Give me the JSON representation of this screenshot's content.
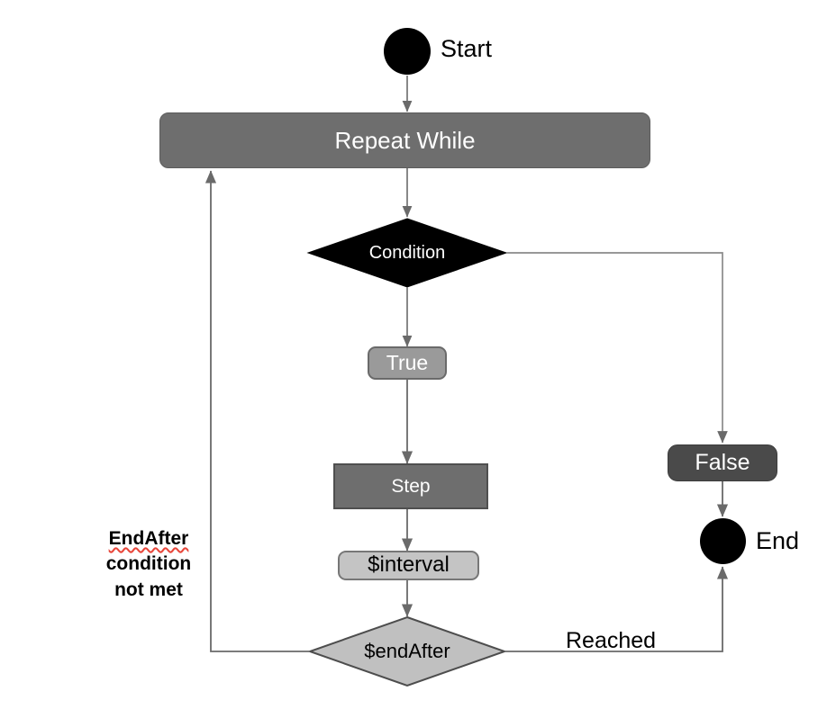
{
  "diagram": {
    "title": "Repeat While loop flowchart",
    "colors": {
      "terminal": "#000000",
      "repeat_bar": "#6e6e6e",
      "condition_diamond": "#000000",
      "true_pill": "#9a9a9a",
      "false_pill": "#4a4a4a",
      "step_rect": "#6e6e6e",
      "interval_pill": "#c4c4c4",
      "endafter_diamond": "#c0c0c0",
      "connector": "#7a7a7a",
      "spellcheck_underline": "#e8463a",
      "background": "#ffffff"
    },
    "nodes": {
      "start_label": "Start",
      "repeat_while": "Repeat While",
      "condition": "Condition",
      "true_branch": "True",
      "false_branch": "False",
      "step": "Step",
      "interval": "$interval",
      "end_after": "$endAfter",
      "end_label": "End"
    },
    "edge_labels": {
      "reached": "Reached",
      "not_met_line1": "EndAfter",
      "not_met_line2": "condition",
      "not_met_line3": "not met"
    }
  }
}
